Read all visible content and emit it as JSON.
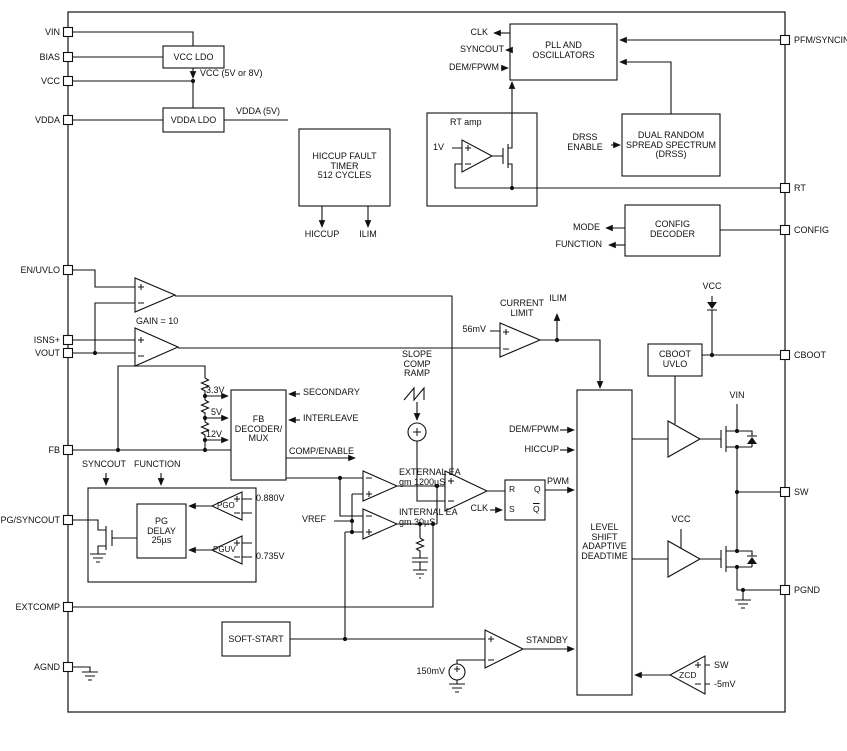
{
  "diagram": {
    "colors": {
      "line": "#111111",
      "background": "#ffffff"
    },
    "pins_left": [
      "VIN",
      "BIAS",
      "VCC",
      "VDDA",
      "EN/UVLO",
      "ISNS+",
      "VOUT",
      "FB",
      "PG/SYNCOUT",
      "EXTCOMP",
      "AGND"
    ],
    "pins_right": [
      "PFM/SYNCIN",
      "RT",
      "CONFIG",
      "CBOOT",
      "SW",
      "PGND"
    ],
    "blocks": {
      "vcc_ldo": "VCC LDO",
      "vdda_ldo": "VDDA LDO",
      "hiccup_timer": [
        "HICCUP FAULT",
        "TIMER",
        "512 CYCLES"
      ],
      "pll": [
        "PLL AND",
        "OSCILLATORS"
      ],
      "rt_amp": "RT amp",
      "drss": [
        "DUAL RANDOM",
        "SPREAD SPECTRUM",
        "(DRSS)"
      ],
      "config_decoder": [
        "CONFIG",
        "DECODER"
      ],
      "fb_mux": [
        "FB",
        "DECODER/",
        "MUX"
      ],
      "pg_delay": [
        "PG",
        "DELAY",
        "25µs"
      ],
      "soft_start": "SOFT-START",
      "level_shift": [
        "LEVEL",
        "SHIFT",
        "ADAPTIVE",
        "DEADTIME"
      ],
      "cboot_uvlo": [
        "CBOOT",
        "UVLO"
      ]
    },
    "labels": {
      "vcc_rail": "VCC (5V or 8V)",
      "vdda_rail": "VDDA (5V)",
      "hiccup": "HICCUP",
      "ilim": "ILIM",
      "clk": "CLK",
      "syncout": "SYNCOUT",
      "dem_fpwm": "DEM/FPWM",
      "one_v": "1V",
      "drss_enable": [
        "DRSS",
        "ENABLE"
      ],
      "mode": "MODE",
      "function": "FUNCTION",
      "current_limit": [
        "CURRENT",
        "LIMIT"
      ],
      "ilim_top": "ILIM",
      "mv56": "56mV",
      "gain10": "GAIN = 10",
      "tap_33": "3.3V",
      "tap_5": "5V",
      "tap_12": "12V",
      "secondary": "SECONDARY",
      "interleave": "INTERLEAVE",
      "slope_ramp": [
        "SLOPE",
        "COMP",
        "RAMP"
      ],
      "comp_enable": "COMP/ENABLE",
      "syncout2": "SYNCOUT",
      "function2": "FUNCTION",
      "ext_ea": [
        "EXTERNAL EA",
        "gm 1200µS"
      ],
      "int_ea": [
        "INTERNAL EA",
        "gm 30µS"
      ],
      "vref": "VREF",
      "clk2": "CLK",
      "pwm": "PWM",
      "latch_r": "R",
      "latch_s": "S",
      "latch_q": "Q",
      "latch_qb": "Q",
      "pgo": "PGO",
      "v0880": "0.880V",
      "pguv": "PGUV",
      "v0735": "0.735V",
      "dem_fpwm2": "DEM/FPWM",
      "hiccup2": "HICCUP",
      "standby": "STANDBY",
      "mv150": "150mV",
      "vcc_cboot": "VCC",
      "vin_fet": "VIN",
      "vcc_ls": "VCC",
      "zcd": "ZCD",
      "sw_zcd": "SW",
      "neg5mv": "-5mV"
    }
  }
}
